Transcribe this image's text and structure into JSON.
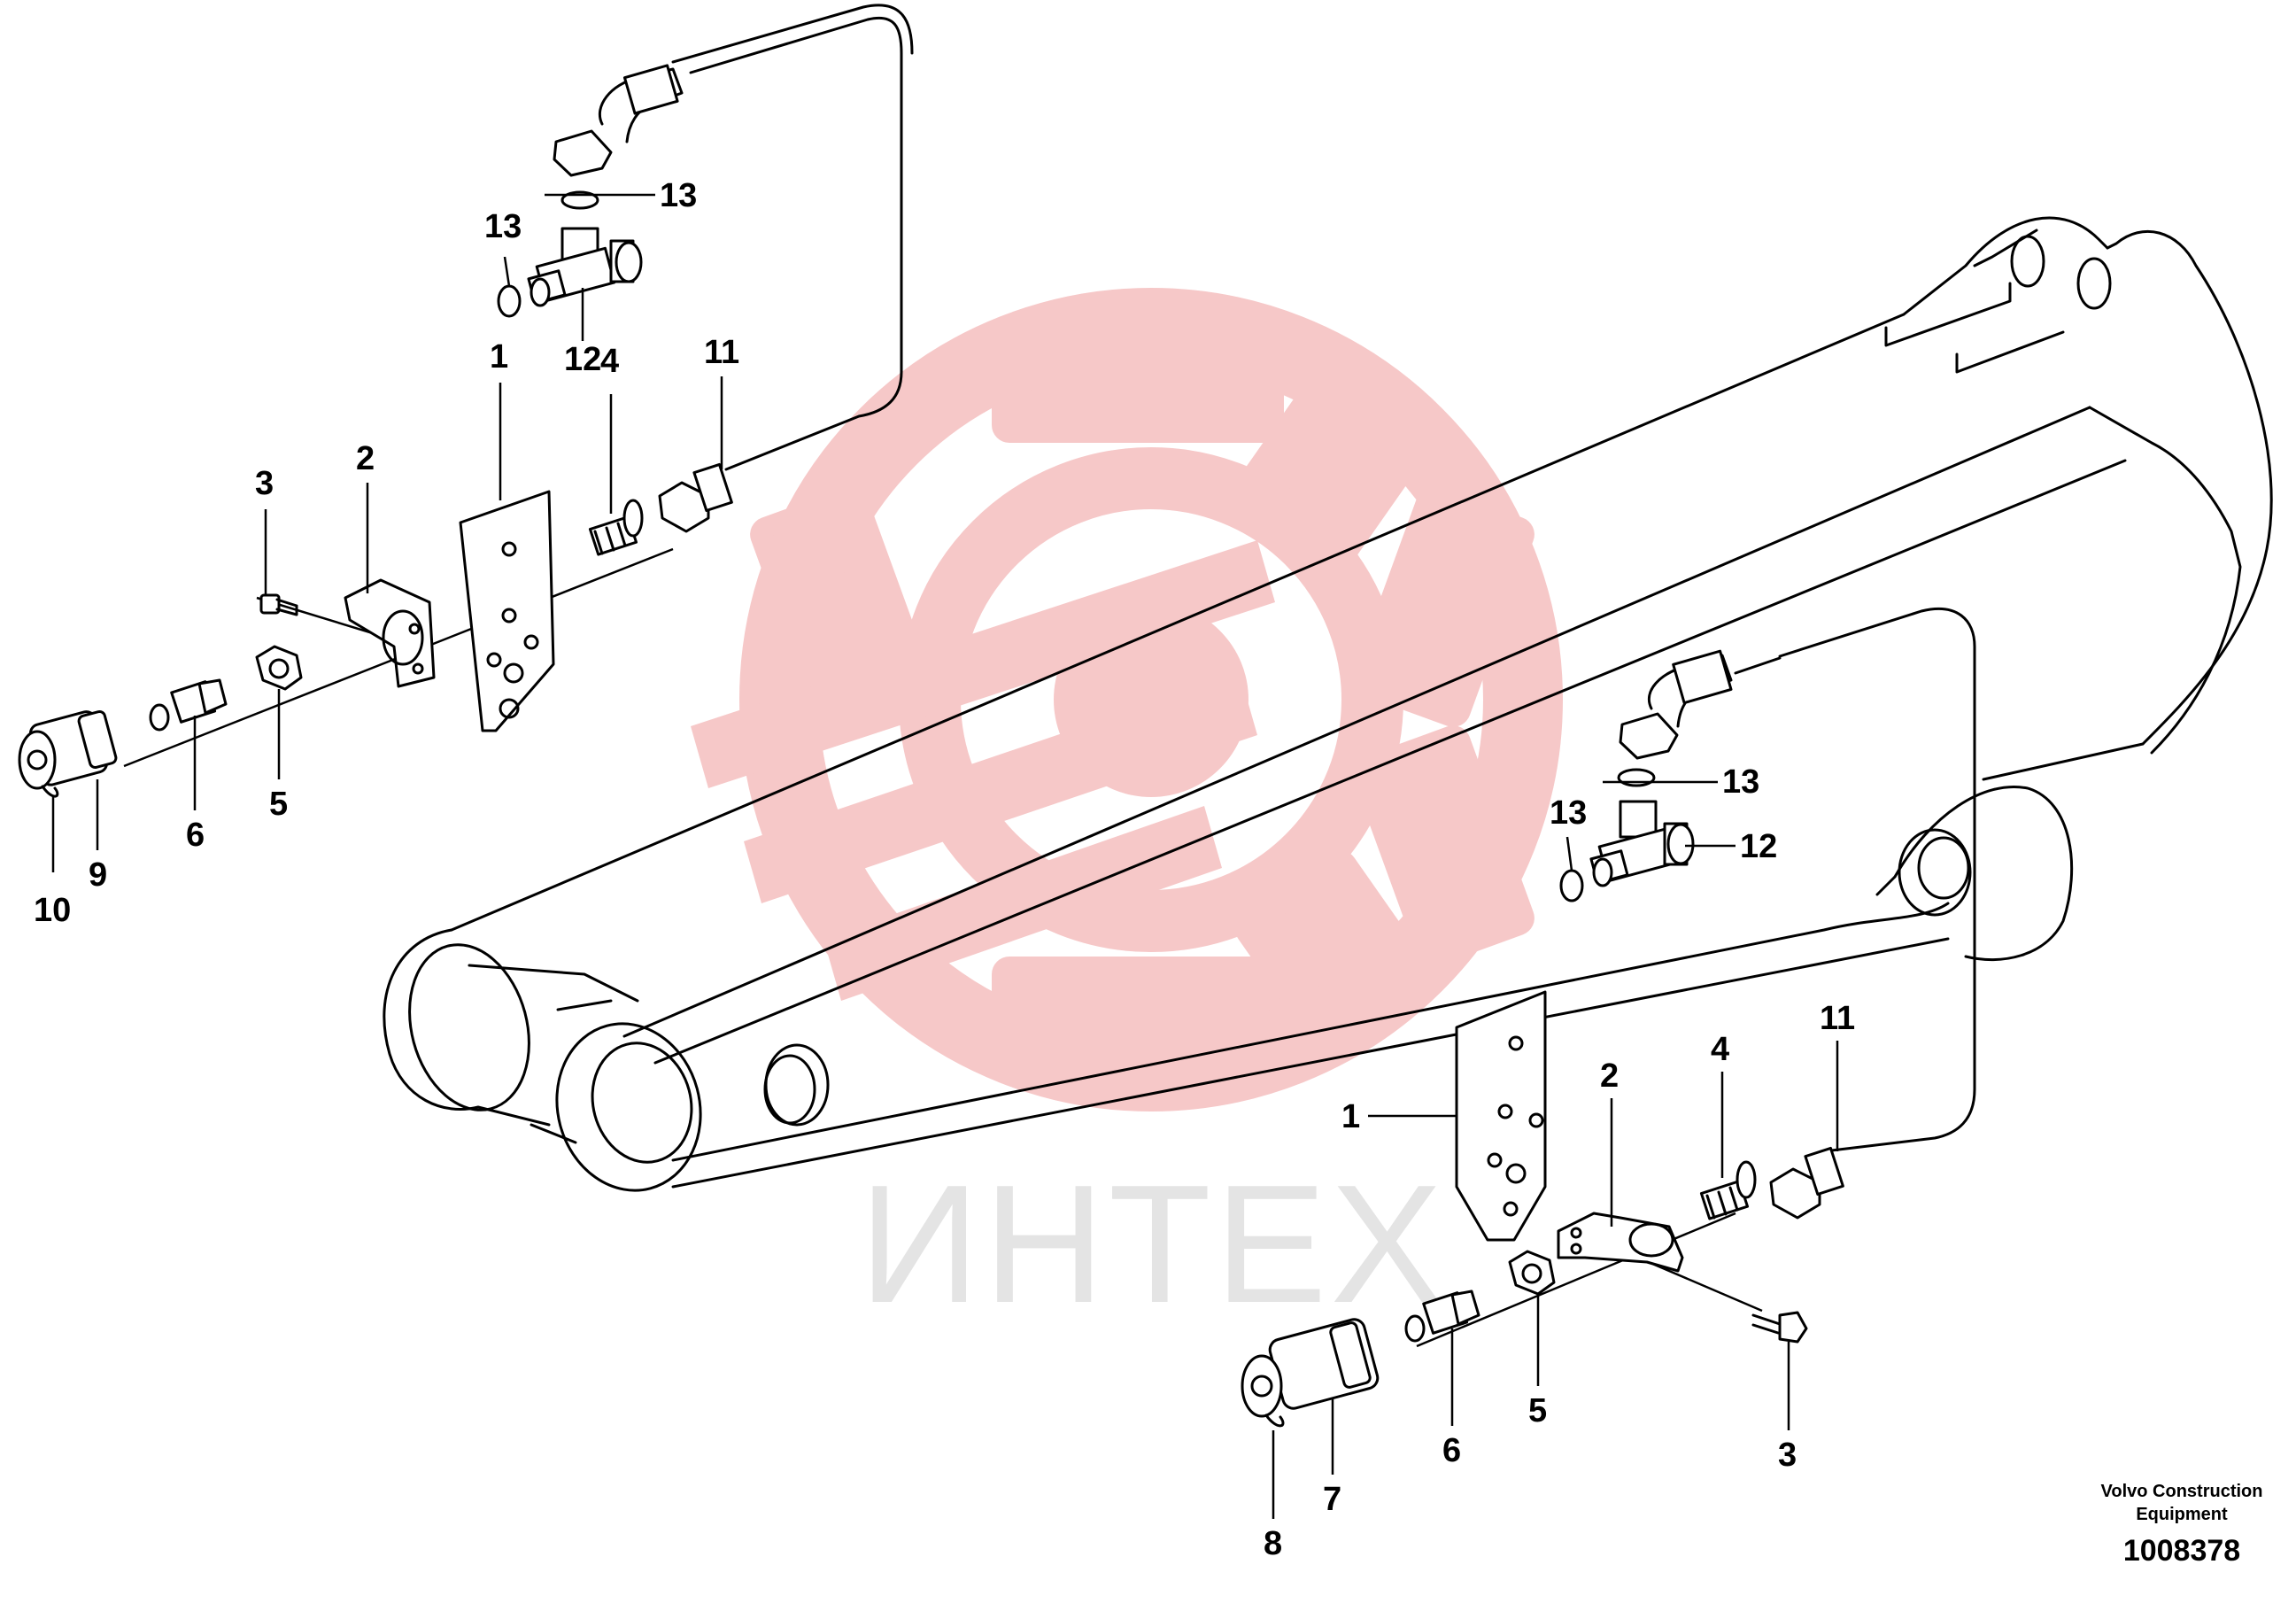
{
  "watermark": {
    "text": "ИНТЕХ",
    "gear_color": "#f6c8c8",
    "text_color": "#e4e4e4",
    "icon": "gear-logo-icon"
  },
  "callouts": {
    "top": {
      "c1": "1",
      "c2": "2",
      "c3": "3",
      "c4": "4",
      "c5": "5",
      "c6": "6",
      "c9": "9",
      "c10": "10",
      "c11": "11",
      "c12": "12",
      "c13a": "13",
      "c13b": "13"
    },
    "bottom": {
      "c1": "1",
      "c2": "2",
      "c3": "3",
      "c4": "4",
      "c5": "5",
      "c6": "6",
      "c7": "7",
      "c8": "8",
      "c11": "11",
      "c12": "12",
      "c13a": "13",
      "c13b": "13"
    }
  },
  "footer": {
    "line1": "Volvo Construction",
    "line2": "Equipment",
    "drawing_number": "1008378"
  }
}
